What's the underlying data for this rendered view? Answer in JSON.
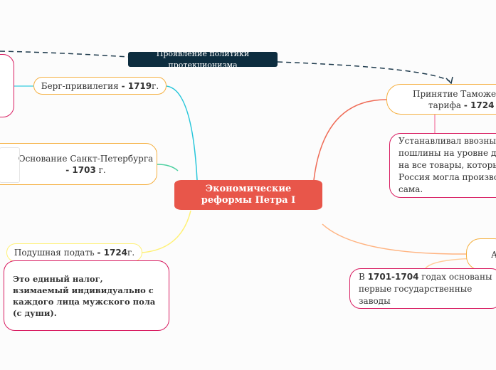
{
  "relation_label": "Проявление политики протекционизма",
  "central": {
    "title": "Экономические реформы Петра I"
  },
  "berg": {
    "text": "Берг-привилегия",
    "year": "- 1719",
    "suffix": " г."
  },
  "spb": {
    "line1": "Основание Санкт-Петербурга",
    "year": "- 1703",
    "suffix": " г."
  },
  "podush": {
    "text": "Подушная подать",
    "year": "- 1724",
    "suffix": " г."
  },
  "podush_desc": "Это единый налог, взимаемый индивидуально с каждого лица мужского пола (с души).",
  "tariff": {
    "line1": "Принятие Таможенн",
    "line2": "тарифа",
    "year": "- 1724",
    "suffix": " г."
  },
  "tariff_desc": "Устанавливал ввозные пошлины на уровне до на все товары, которые Россия могла производ сама.",
  "right_node": "А",
  "factories": {
    "pre": "В ",
    "years": "1701-1704",
    "post": " годах основаны первые государственные заводы"
  },
  "colors": {
    "central": "#e8564a",
    "relation": "#0d2d3f",
    "orange": "#f5b041",
    "magenta": "#d81b60"
  }
}
